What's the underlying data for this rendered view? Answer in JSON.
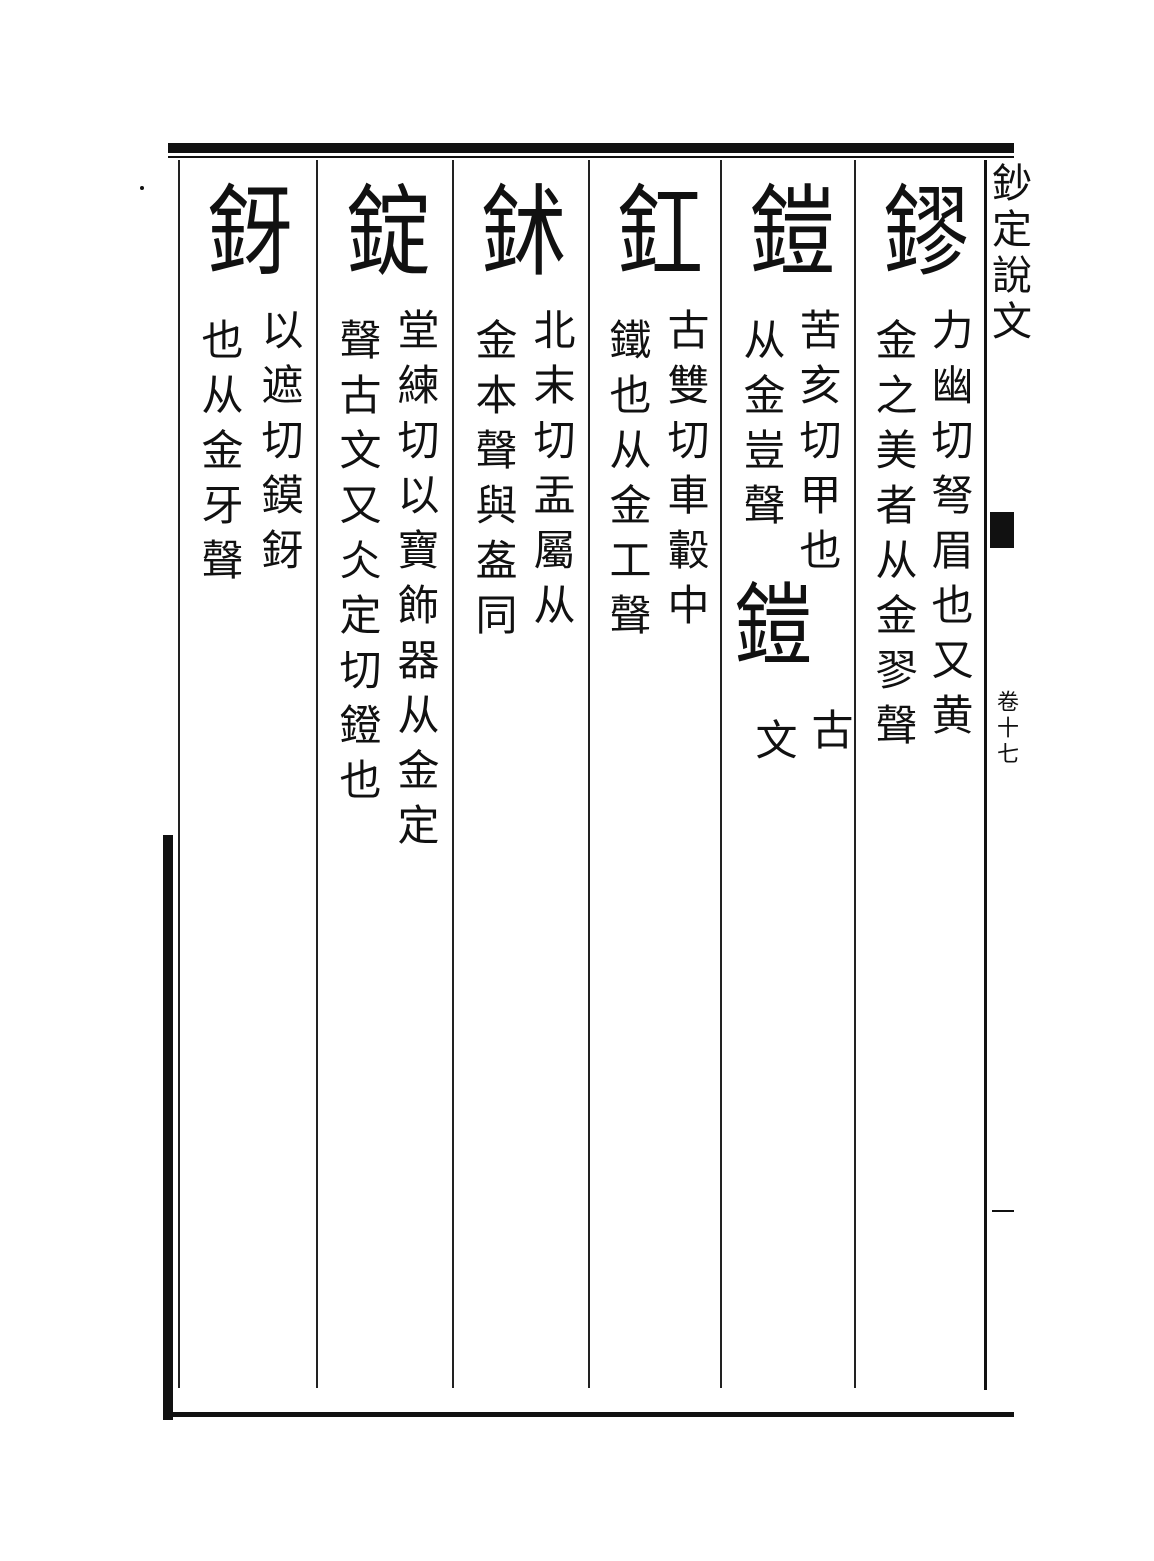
{
  "margin": {
    "title": "鈔定說文",
    "volume": "卷十七"
  },
  "entries": [
    {
      "seal": "鏐",
      "lines": [
        "力幽切弩眉也又黄",
        "金之美者从金翏聲"
      ]
    },
    {
      "seal": "鎧",
      "lines": [
        "苦亥切甲也",
        "从金豈聲"
      ],
      "variant_label": "古",
      "variant_seal": "鎧",
      "variant_note": "文"
    },
    {
      "seal": "釭",
      "lines": [
        "古雙切車轂中",
        "鐵也从金工聲"
      ]
    },
    {
      "seal": "鉥",
      "lines": [
        "北末切盂屬从",
        "金本聲與盋同"
      ]
    },
    {
      "seal": "錠",
      "lines": [
        "堂練切以寶飾器从金定",
        "聲古文又仌定切鐙也"
      ]
    },
    {
      "seal": "釾",
      "lines": [
        "以遮切鏌釾",
        "也从金牙聲"
      ]
    }
  ]
}
